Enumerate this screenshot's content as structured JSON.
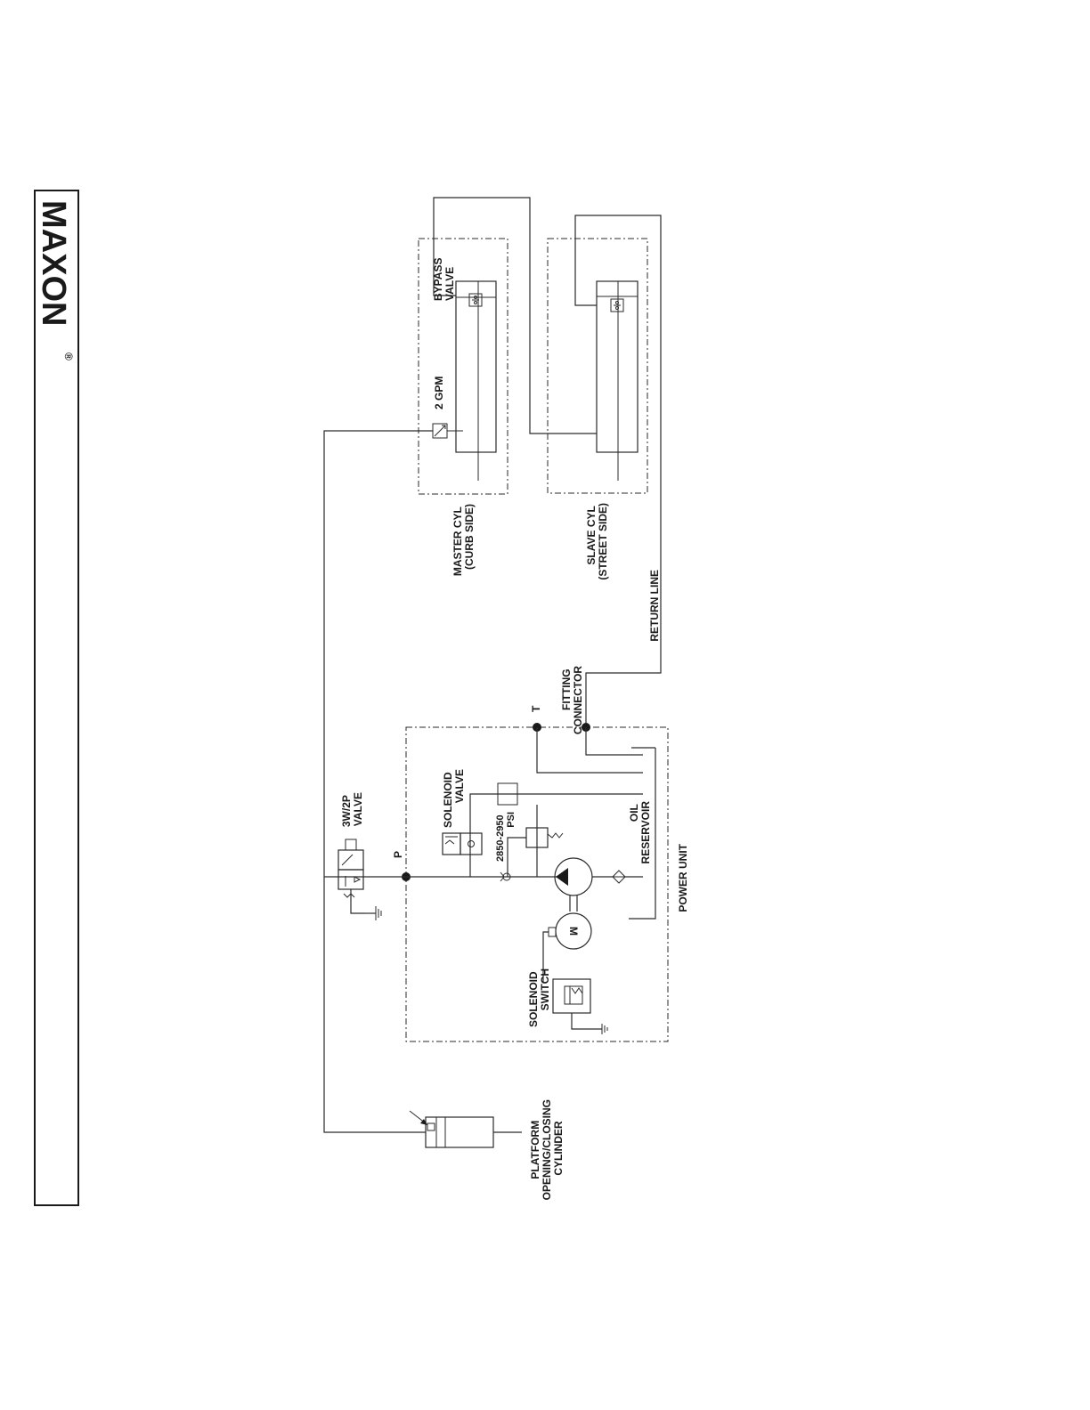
{
  "brand": {
    "logo_text": "MAXON",
    "registered_mark": "®"
  },
  "labels": {
    "bypass_valve": [
      "BYPASS",
      "VALVE"
    ],
    "flow_2gpm": "2 GPM",
    "master_cyl": [
      "MASTER CYL",
      "(CURB SIDE)"
    ],
    "slave_cyl": [
      "SLAVE CYL",
      "(STREET SIDE)"
    ],
    "return_line": "RETURN LINE",
    "fitting_connector": [
      "FITTING",
      "CONNECTOR"
    ],
    "port_t": "T",
    "port_p": "P",
    "three_way_valve": [
      "3W/2P",
      "VALVE"
    ],
    "solenoid_valve": [
      "SOLENOID",
      "VALVE"
    ],
    "relief_pressure": [
      "2850-2950",
      "PSI"
    ],
    "oil_reservoir": [
      "OIL",
      "RESERVOIR"
    ],
    "motor": "M",
    "solenoid_switch": [
      "SOLENOID",
      "SWITCH"
    ],
    "power_unit": "POWER UNIT",
    "platform_cylinder": [
      "PLATFORM",
      "OPENING/CLOSING",
      "CYLINDER"
    ]
  }
}
